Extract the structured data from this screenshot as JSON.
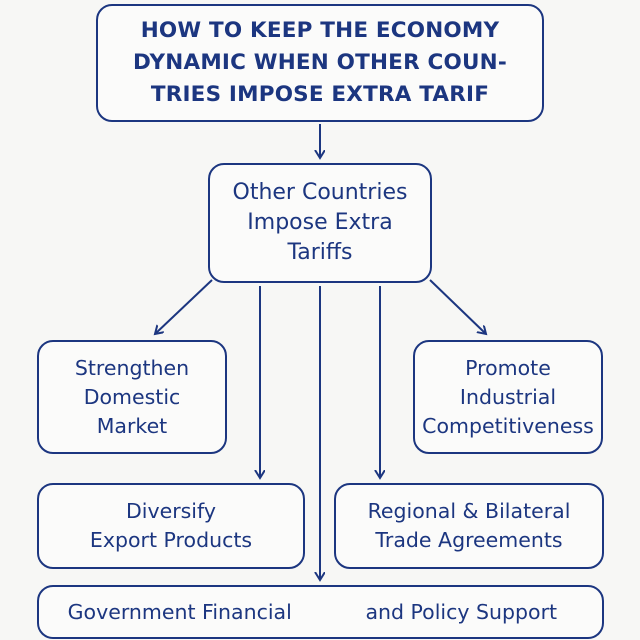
{
  "diagram": {
    "title": "HOW TO KEEP THE ECONOMY\nDYNAMIC WHEN OTHER COUN-\nTRIES IMPOSE EXTRA TARIF",
    "center": "Other Countries\nImpose Extra\nTariffs",
    "nodes": {
      "strengthen": "Strengthen\nDomestic\nMarket",
      "promote": "Promote\nIndustrial\nCompetitiveness",
      "diversify": "Diversify\nExport Products",
      "regional": "Regional & Bilateral\nTrade Agreements",
      "govt_left": "Government Financial",
      "govt_right": "and Policy Support"
    },
    "colors": {
      "stroke": "#1c3680",
      "background": "#f7f7f5"
    }
  }
}
